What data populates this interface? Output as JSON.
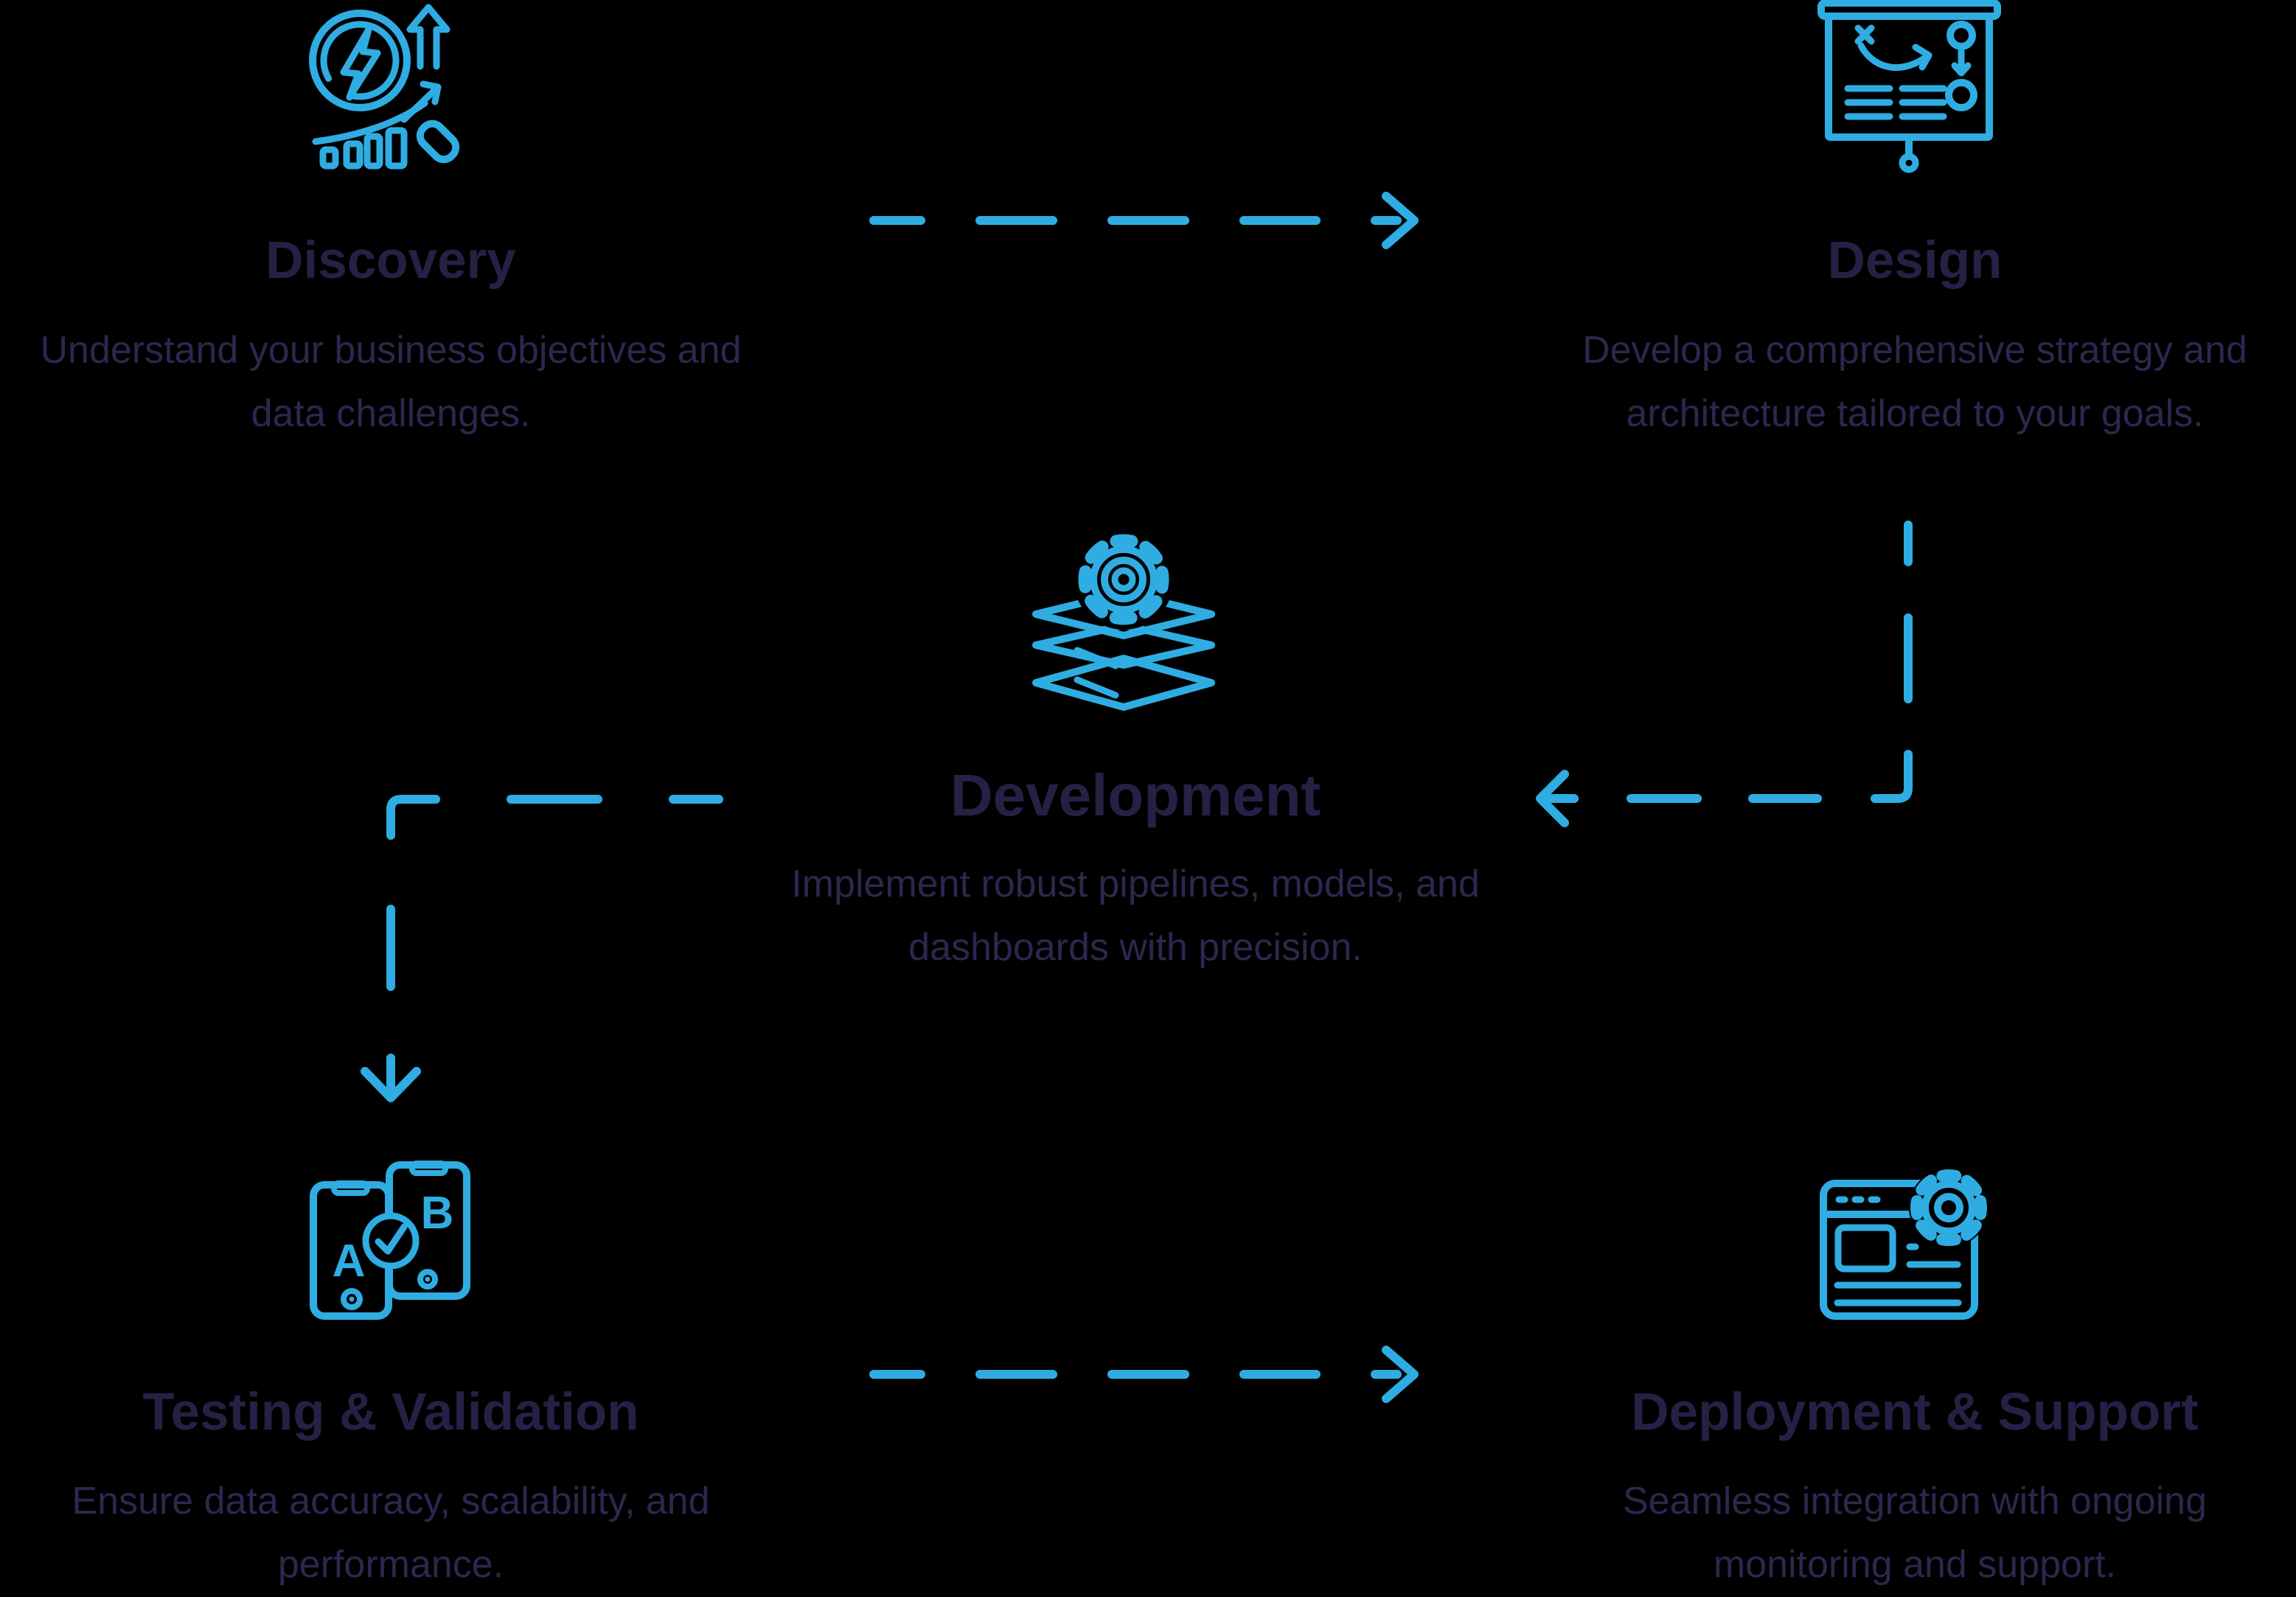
{
  "colors": {
    "background": "#000000",
    "accent": "#2fade2",
    "heading": "#242145",
    "body_text": "#2b284e"
  },
  "steps": [
    {
      "id": "discovery",
      "title": "Discovery",
      "description": [
        "Understand your business objectives and",
        "data challenges."
      ],
      "icon": "magnifier-lightning-growth-icon"
    },
    {
      "id": "design",
      "title": "Design",
      "description": [
        "Develop a comprehensive strategy and",
        "architecture tailored to your goals."
      ],
      "icon": "strategy-presentation-board-icon"
    },
    {
      "id": "development",
      "title": "Development",
      "description": [
        "Implement robust pipelines, models, and",
        "dashboards with precision."
      ],
      "icon": "gear-stacked-layers-icon"
    },
    {
      "id": "testing",
      "title": "Testing & Validation",
      "description": [
        "Ensure data accuracy, scalability, and",
        "performance."
      ],
      "icon": "ab-testing-phones-check-icon",
      "icon_letters": [
        "A",
        "B"
      ]
    },
    {
      "id": "deployment",
      "title": "Deployment & Support",
      "description": [
        "Seamless integration with ongoing",
        "monitoring and support."
      ],
      "icon": "browser-gear-icon"
    }
  ],
  "flow_arrows": [
    {
      "name": "arrow-discovery-to-design",
      "style": "dashed",
      "direction": "right"
    },
    {
      "name": "arrow-design-to-development",
      "style": "dashed",
      "direction": "down-then-left"
    },
    {
      "name": "arrow-development-to-testing",
      "style": "dashed",
      "direction": "left-then-down"
    },
    {
      "name": "arrow-testing-to-deployment",
      "style": "dashed",
      "direction": "right"
    }
  ]
}
